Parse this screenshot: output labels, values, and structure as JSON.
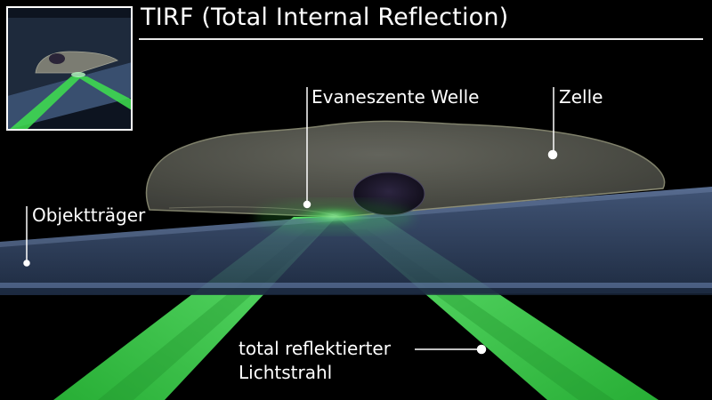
{
  "title": "TIRF (Total Internal Reflection)",
  "labels": {
    "evanescent_wave": "Evaneszente Welle",
    "cell": "Zelle",
    "slide": "Objektträger",
    "reflected_beam_line1": "total reflektierter",
    "reflected_beam_line2": "Lichtstrahl"
  },
  "colors": {
    "background": "#000000",
    "beam": "#3ee04f",
    "glass": "#3e5578",
    "cell": "#56574f",
    "nucleus": "#1a1428",
    "callout": "#ffffff"
  }
}
